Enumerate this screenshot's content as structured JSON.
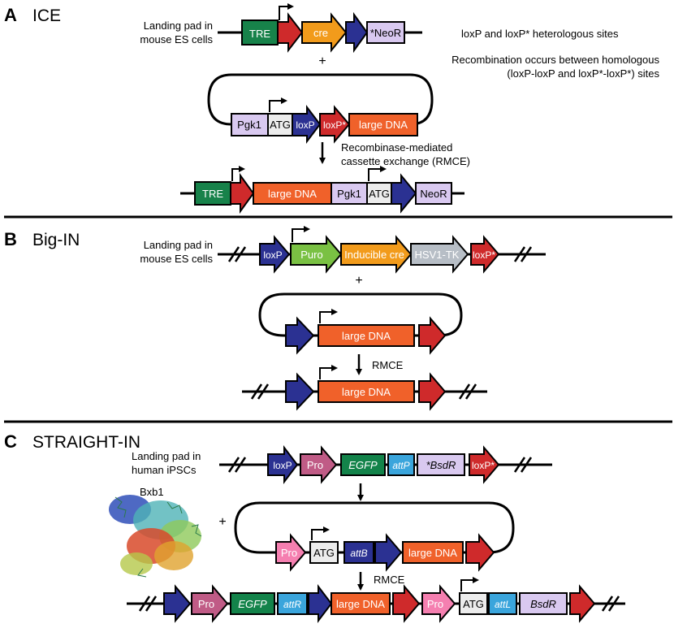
{
  "panels": {
    "a": {
      "letter": "A",
      "title": "ICE",
      "pad_label": [
        "Landing pad in",
        "mouse ES cells"
      ],
      "plus": "+",
      "note1": "loxP and loxP* heterologous sites",
      "note2": [
        "Recombination occurs between homologous",
        "(loxP-loxP and loxP*-loxP*) sites"
      ],
      "rmce": [
        "Recombinase-mediated",
        "cassette exchange (RMCE)"
      ],
      "row1": {
        "tre": "TRE",
        "cre": "cre",
        "neor": "*NeoR"
      },
      "row2": {
        "pgk1": "Pgk1",
        "atg": "ATG",
        "loxp": "loxP",
        "loxpstar": "loxP*",
        "large": "large DNA"
      },
      "row3": {
        "tre": "TRE",
        "large": "large DNA",
        "pgk1": "Pgk1",
        "atg": "ATG",
        "neor": "NeoR"
      }
    },
    "b": {
      "letter": "B",
      "title": "Big-IN",
      "pad_label": [
        "Landing pad in",
        "mouse ES cells"
      ],
      "plus": "+",
      "rmce": "RMCE",
      "row1": {
        "loxp": "loxP",
        "puro": "Puro",
        "cre": "Inducible cre",
        "tk": "HSV1-TK",
        "loxpstar": "loxP*"
      },
      "row2": {
        "large": "large DNA"
      },
      "row3": {
        "large": "large DNA"
      }
    },
    "c": {
      "letter": "C",
      "title": "STRAIGHT-IN",
      "pad_label": [
        "Landing pad in",
        "human iPSCs"
      ],
      "plus": "+",
      "enzyme": "Bxb1",
      "rmce": "RMCE",
      "row1": {
        "loxp": "loxP",
        "pro": "Pro",
        "egfp": "EGFP",
        "attp": "attP",
        "bsdr": "*BsdR",
        "loxpstar": "loxP*"
      },
      "row2": {
        "pro": "Pro",
        "atg": "ATG",
        "attb": "attB",
        "large": "large DNA"
      },
      "row3": {
        "pro1": "Pro",
        "egfp": "EGFP",
        "attr": "attR",
        "large": "large DNA",
        "pro2": "Pro",
        "atg": "ATG",
        "attl": "attL",
        "bsdr": "BsdR"
      }
    }
  },
  "colors": {
    "tre": "#17824a",
    "red": "#cf2a2b",
    "orange_cre": "#f29b1b",
    "navy": "#2b3192",
    "lavender": "#d9c9f0",
    "orange_dna": "#f0612a",
    "puro": "#7ac143",
    "grey_tk": "#b7bec6",
    "pink_pro": "#c05b86",
    "pink_light": "#f57fb0",
    "cyan": "#3aa5dc",
    "egfp": "#13834a"
  }
}
